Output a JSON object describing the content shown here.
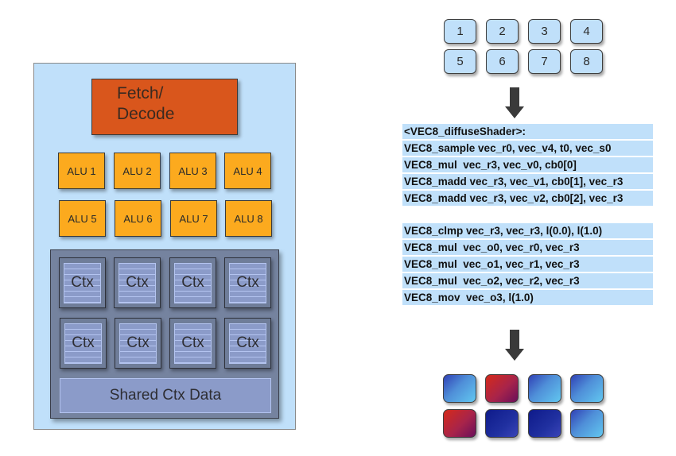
{
  "core": {
    "fetch_decode": {
      "line1": "Fetch/",
      "line2": "Decode"
    },
    "alus": [
      "ALU 1",
      "ALU 2",
      "ALU 3",
      "ALU 4",
      "ALU 5",
      "ALU 6",
      "ALU 7",
      "ALU 8"
    ],
    "contexts": [
      "Ctx",
      "Ctx",
      "Ctx",
      "Ctx",
      "Ctx",
      "Ctx",
      "Ctx",
      "Ctx"
    ],
    "shared_context": "Shared Ctx Data",
    "colors": {
      "core_bg": "#c0e0fa",
      "fetch_decode": "#d9561c",
      "alu": "#fcaa1e",
      "context_area": "#75839f",
      "context_stripe": "#8b9bc9"
    }
  },
  "inputs": [
    "1",
    "2",
    "3",
    "4",
    "5",
    "6",
    "7",
    "8"
  ],
  "program": {
    "lines": [
      "<VEC8_diffuseShader>:",
      "VEC8_sample vec_r0, vec_v4, t0, vec_s0",
      "VEC8_mul  vec_r3, vec_v0, cb0[0]",
      "VEC8_madd vec_r3, vec_v1, cb0[1], vec_r3",
      "VEC8_madd vec_r3, vec_v2, cb0[2], vec_r3",
      "VEC8_clmp vec_r3, vec_r3, l(0.0), l(1.0)",
      "VEC8_mul  vec_o0, vec_r0, vec_r3",
      "VEC8_mul  vec_o1, vec_r1, vec_r3",
      "VEC8_mul  vec_o2, vec_r2, vec_r3",
      "VEC8_mov  vec_o3, l(1.0)"
    ]
  },
  "outputs": [
    {
      "name": "output-1",
      "color": "light-blue"
    },
    {
      "name": "output-2",
      "color": "red"
    },
    {
      "name": "output-3",
      "color": "light-blue"
    },
    {
      "name": "output-4",
      "color": "light-blue"
    },
    {
      "name": "output-5",
      "color": "red"
    },
    {
      "name": "output-6",
      "color": "dark-blue"
    },
    {
      "name": "output-7",
      "color": "dark-blue"
    },
    {
      "name": "output-8",
      "color": "light-blue"
    }
  ]
}
